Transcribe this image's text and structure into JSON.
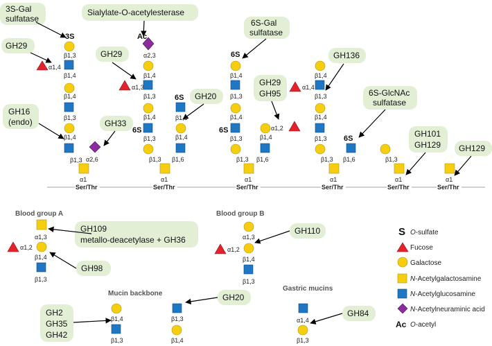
{
  "enzymes": {
    "sulfatase_3s": [
      "3S-Gal",
      "sulfatase"
    ],
    "sialylate": [
      "Sialylate-O-acetylesterase"
    ],
    "sulfatase_6s_gal": [
      "6S-Gal",
      "sulfatase"
    ],
    "gh29_a": [
      "GH29"
    ],
    "gh29_b": [
      "GH29"
    ],
    "gh16": [
      "GH16",
      "(endo)"
    ],
    "gh33": [
      "GH33"
    ],
    "gh20_a": [
      "GH20"
    ],
    "gh29_gh95": [
      "GH29",
      "GH95"
    ],
    "gh136": [
      "GH136"
    ],
    "sulfatase_6s_glcnac": [
      "6S-GlcNAc",
      "sulfatase"
    ],
    "gh101_gh129": [
      "GH101",
      "GH129"
    ],
    "gh129": [
      "GH129"
    ],
    "gh109": [
      "GH109",
      "metallo-deacetylase + GH36"
    ],
    "gh98": [
      "GH98"
    ],
    "gh110": [
      "GH110"
    ],
    "gh2_35_42": [
      "GH2",
      "GH35",
      "GH42"
    ],
    "gh20_b": [
      "GH20"
    ],
    "gh84": [
      "GH84"
    ]
  },
  "linkages": {
    "b13": "β1,3",
    "b14": "β1,4",
    "b16": "β1,6",
    "a1": "α1",
    "a13": "α1,3",
    "a14": "α1,4",
    "a12": "α1,2",
    "a23": "α2,3",
    "a26": "α2,6"
  },
  "modifications": {
    "s3": "3S",
    "s6": "6S",
    "ac": "Ac"
  },
  "anchor": "Ser/Thr",
  "section_titles": {
    "blood_a": "Blood group A",
    "blood_b": "Blood group B",
    "mucin_backbone": "Mucin backbone",
    "gastric": "Gastric mucins"
  },
  "legend": [
    {
      "symbol": "S",
      "label_italic": "O",
      "label": "-sulfate",
      "icon": "sulfate-letter"
    },
    {
      "symbol": "",
      "label_italic": "",
      "label": "Fucose",
      "icon": "fucose-triangle",
      "color": "#e3222c"
    },
    {
      "symbol": "",
      "label_italic": "",
      "label": "Galactose",
      "icon": "galactose-circle",
      "color": "#f5cf0f"
    },
    {
      "symbol": "",
      "label_italic": "N",
      "label": "-Acetylgalactosamine",
      "icon": "galnac-square",
      "color": "#f5cf0f"
    },
    {
      "symbol": "",
      "label_italic": "N",
      "label": "-Acetylglucosamine",
      "icon": "glcnac-square",
      "color": "#1f77c4"
    },
    {
      "symbol": "",
      "label_italic": "N",
      "label": "-Acetylneuraminic acid",
      "icon": "neuac-diamond",
      "color": "#8a2c9e"
    },
    {
      "symbol": "Ac",
      "label_italic": "O",
      "label": "-acetyl",
      "icon": "acetyl-letters"
    }
  ]
}
